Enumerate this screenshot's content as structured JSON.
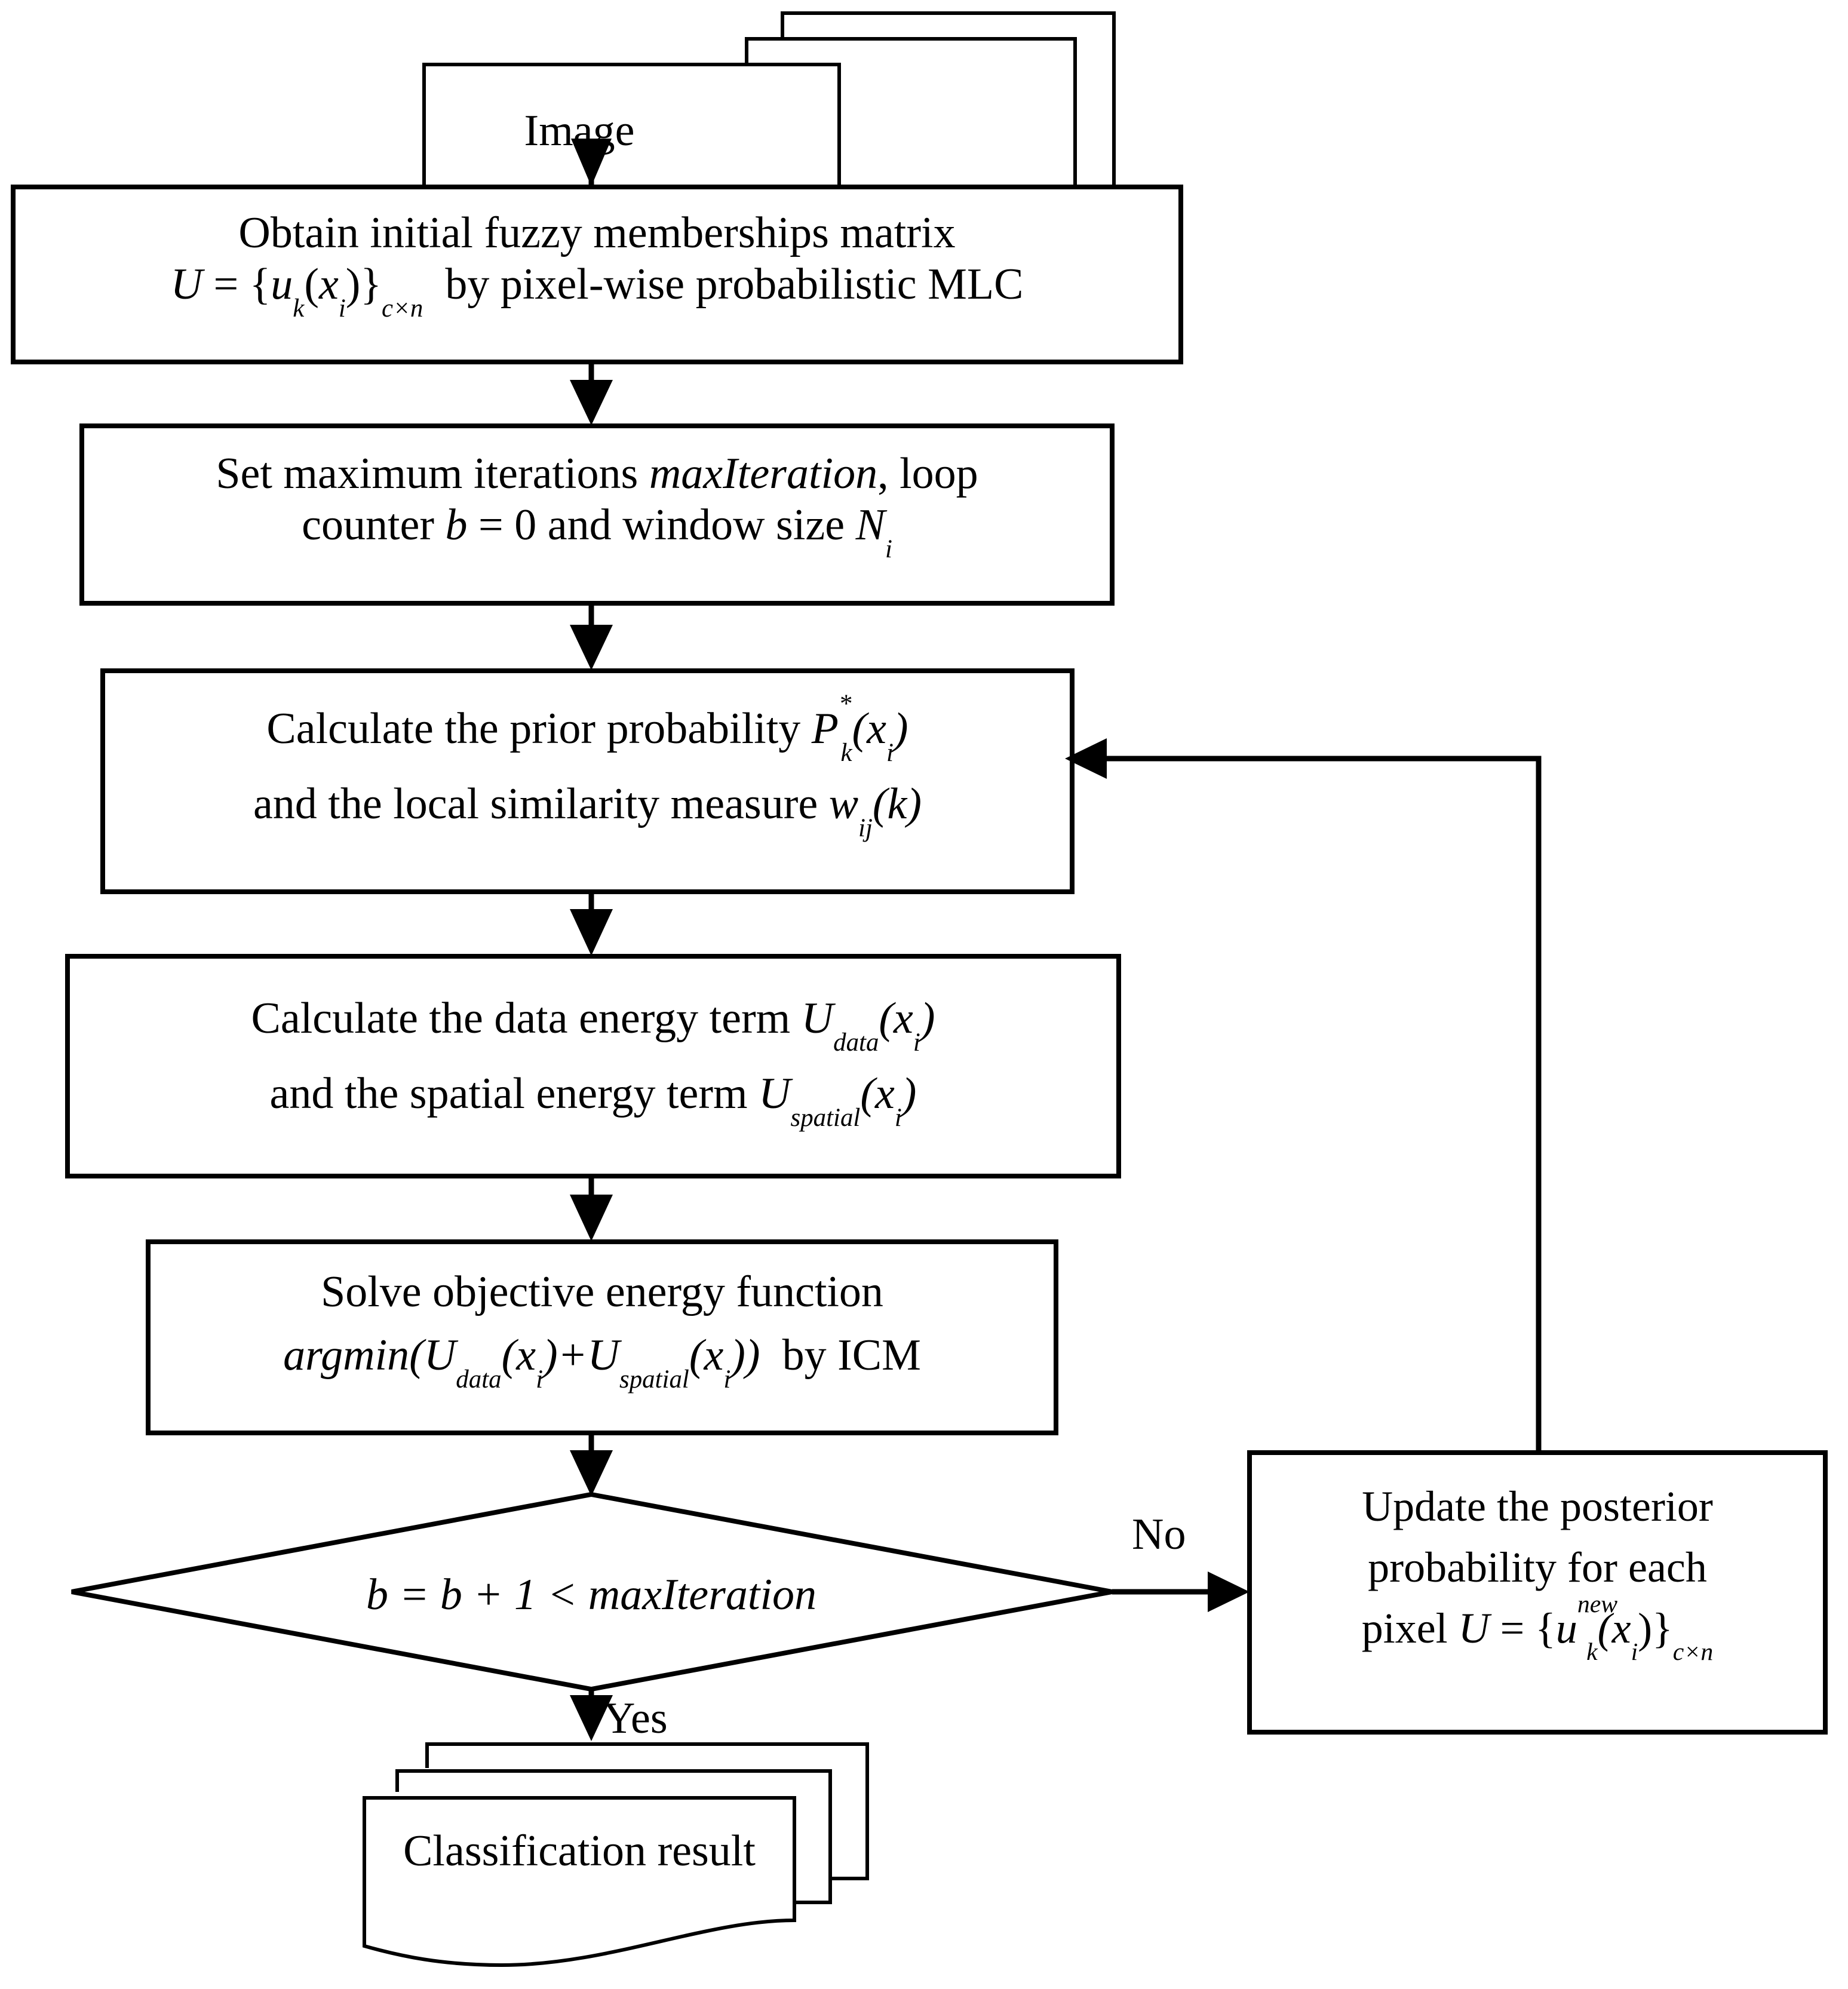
{
  "diagram": {
    "title": "Fuzzy MLC / MRF iterative classification flowchart",
    "type": "flowchart",
    "stroke_color": "#000000",
    "fill_color": "#ffffff",
    "background_color": "#ffffff"
  },
  "nodes": {
    "input_document": {
      "shape": "multi-document",
      "label": "Image"
    },
    "step_initial_membership": {
      "shape": "process",
      "line1": "Obtain initial fuzzy memberships matrix",
      "line2_prefix": "U",
      "line2_eq": " = {",
      "line2_u": "u",
      "line2_u_sub": "k",
      "line2_paren_open": "(",
      "line2_x": "x",
      "line2_x_sub": "i",
      "line2_paren_close": ")}",
      "line2_size_sub": "c×n",
      "line2_tail": "by pixel-wise probabilistic MLC"
    },
    "step_set_parameters": {
      "shape": "process",
      "line1_a": "Set maximum iterations ",
      "line1_italic": "maxIteration",
      "line1_b": ", loop",
      "line2_a": "counter  ",
      "line2_b_var": "b",
      "line2_b_eq": " = 0",
      "line2_c": "  and window size  ",
      "line2_N": "N",
      "line2_N_sub": "i"
    },
    "step_prior_probability": {
      "shape": "process",
      "line1_a": "Calculate the prior probability  ",
      "line1_P": "P",
      "line1_P_sup": "*",
      "line1_P_sub": "k",
      "line1_arg": "(x",
      "line1_arg_sub": "i",
      "line1_arg_close": ")",
      "line2_a": "and the local similarity measure  ",
      "line2_w": "w",
      "line2_w_sub": "ij",
      "line2_arg": "(k)"
    },
    "step_energy_terms": {
      "shape": "process",
      "line1_a": "Calculate the data energy term  ",
      "line1_U": "U",
      "line1_U_sub": "data",
      "line1_arg": "(x",
      "line1_arg_sub": "i",
      "line1_arg_close": ")",
      "line2_a": "and the spatial energy term  ",
      "line2_U": "U",
      "line2_U_sub": "spatial",
      "line2_arg": "(x",
      "line2_arg_sub": "i",
      "line2_arg_close": ")"
    },
    "step_solve_energy": {
      "shape": "process",
      "line1": "Solve objective energy function",
      "line2_argmin": "argmin",
      "line2_open": "(",
      "line2_U1": "U",
      "line2_U1_sub": "data",
      "line2_x1": "(x",
      "line2_x1_sub": "i",
      "line2_x1_close": ")",
      "line2_plus": "+",
      "line2_U2": "U",
      "line2_U2_sub": "spatial",
      "line2_x2": "(x",
      "line2_x2_sub": "i",
      "line2_x2_close": "))",
      "line2_tail": "by ICM"
    },
    "decision_iteration": {
      "shape": "decision",
      "b1": "b",
      "eq": " = ",
      "b2": "b",
      "plus1": " + 1 < ",
      "maxiter": "maxIteration"
    },
    "step_update_posterior": {
      "shape": "process",
      "line1": "Update the posterior",
      "line2": "probability for each",
      "line3_a": "pixel  ",
      "line3_U": "U",
      "line3_eq": " = {",
      "line3_u": "u",
      "line3_u_sup": "new",
      "line3_u_sub": "k",
      "line3_x": "(x",
      "line3_x_sub": "i",
      "line3_x_close": ")}",
      "line3_size_sub": "c×n"
    },
    "output_document": {
      "shape": "multi-document",
      "line1": "Classification",
      "line2": "result"
    }
  },
  "edge_labels": {
    "decision_no": "No",
    "decision_yes": "Yes"
  },
  "edges": [
    {
      "from": "input_document",
      "to": "step_initial_membership",
      "label": ""
    },
    {
      "from": "step_initial_membership",
      "to": "step_set_parameters",
      "label": ""
    },
    {
      "from": "step_set_parameters",
      "to": "step_prior_probability",
      "label": ""
    },
    {
      "from": "step_prior_probability",
      "to": "step_energy_terms",
      "label": ""
    },
    {
      "from": "step_energy_terms",
      "to": "step_solve_energy",
      "label": ""
    },
    {
      "from": "step_solve_energy",
      "to": "decision_iteration",
      "label": ""
    },
    {
      "from": "decision_iteration",
      "to": "step_update_posterior",
      "label": "No"
    },
    {
      "from": "decision_iteration",
      "to": "output_document",
      "label": "Yes"
    },
    {
      "from": "step_update_posterior",
      "to": "step_prior_probability",
      "label": ""
    }
  ]
}
